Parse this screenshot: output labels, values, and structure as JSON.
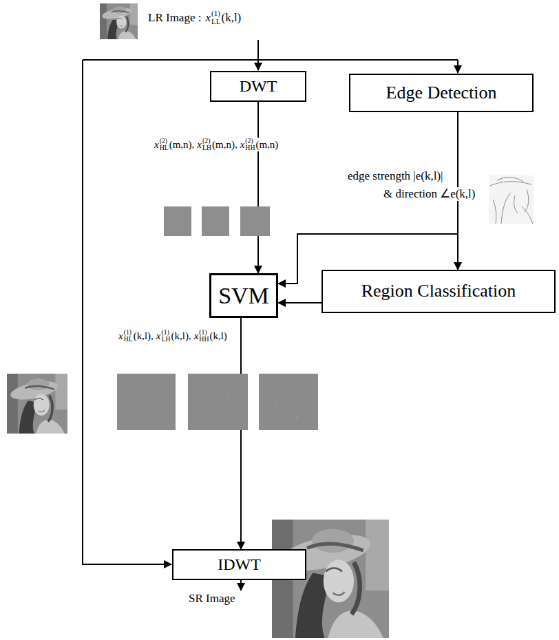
{
  "diagram": {
    "nodes": [
      {
        "text": [
          "DWT"
        ]
      },
      {
        "text": [
          "Edge Detection"
        ]
      },
      {
        "text": [
          "SVM"
        ]
      },
      {
        "text": [
          "Region Classification"
        ]
      },
      {
        "text": [
          "IDWT"
        ]
      }
    ],
    "edges": [
      {
        "from": 0,
        "to": 2,
        "arrow": "to"
      },
      {
        "from": 1,
        "to": 2,
        "arrow": "to"
      },
      {
        "from": 1,
        "to": 3,
        "arrow": "to"
      },
      {
        "from": 3,
        "to": 2,
        "arrow": "to"
      },
      {
        "from": 2,
        "to": 4,
        "arrow": "to"
      }
    ],
    "labels": [
      "LR Image :",
      "x",
      "(1)",
      "LL",
      "(k,l)",
      "x",
      "(2)",
      "HL",
      "(m,n),",
      "x",
      "(2)",
      "LH",
      "(m,n),",
      "x",
      "(2)",
      "HH",
      "(m,n)",
      "edge strength |e(k,l)|",
      "& direction ∠e(k,l)",
      "x",
      "(1)",
      "HL",
      "(k,l),",
      "x",
      "(1)",
      "LH",
      "(k,l),",
      "x",
      "(1)",
      "HH",
      "(k,l)",
      "SR Image"
    ]
  }
}
